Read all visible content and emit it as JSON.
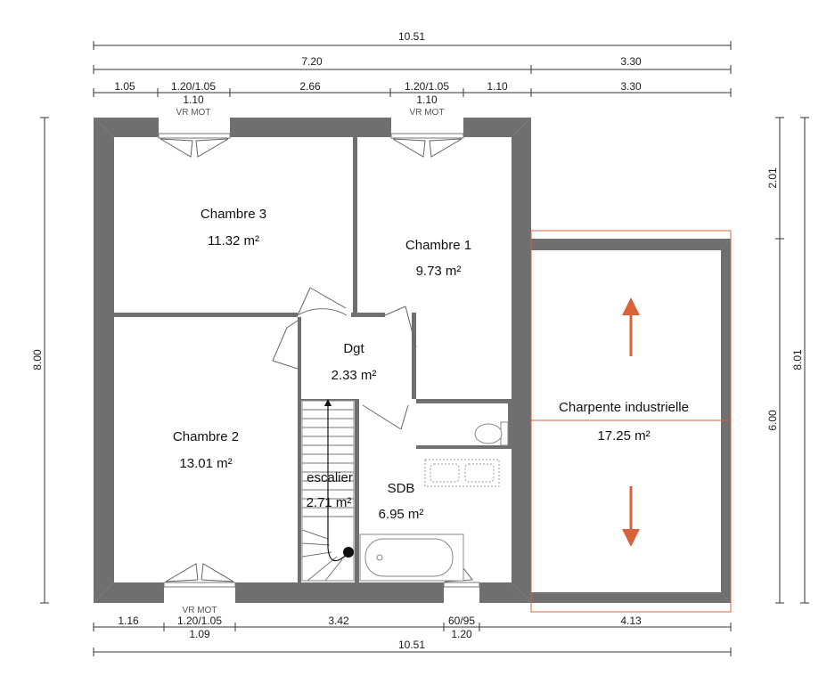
{
  "dims": {
    "top_total": "10.51",
    "top_left": "7.20",
    "top_right": "3.30",
    "top_segments": [
      "1.05",
      "1.20/1.05",
      "2.66",
      "1.20/1.05",
      "1.10",
      "3.30"
    ],
    "top_sub_1": "1.10",
    "top_sub_2": "1.10",
    "bottom_segments": [
      "1.16",
      "1.20/1.05",
      "3.42",
      "60/95",
      "4.13"
    ],
    "bottom_sub_1": "1.09",
    "bottom_sub_2": "1.20",
    "bottom_total": "10.51",
    "left_height": "8.00",
    "right_upper": "2.01",
    "right_lower": "6.00",
    "right_total": "8.01"
  },
  "window_labels": {
    "top_left": "VR MOT",
    "top_right": "VR MOT",
    "bottom": "VR MOT"
  },
  "rooms": {
    "chambre3": {
      "name": "Chambre 3",
      "area": "11.32 m²"
    },
    "chambre1": {
      "name": "Chambre 1",
      "area": "9.73 m²"
    },
    "dgt": {
      "name": "Dgt",
      "area": "2.33 m²"
    },
    "chambre2": {
      "name": "Chambre 2",
      "area": "13.01 m²"
    },
    "escalier": {
      "name": "escalier",
      "area": "2.71 m²"
    },
    "sdb": {
      "name": "SDB",
      "area": "6.95 m²"
    },
    "charpente": {
      "name": "Charpente industrielle",
      "area": "17.25 m²"
    }
  },
  "colors": {
    "wall": "#6f6f6f",
    "accent": "#d9623b"
  }
}
